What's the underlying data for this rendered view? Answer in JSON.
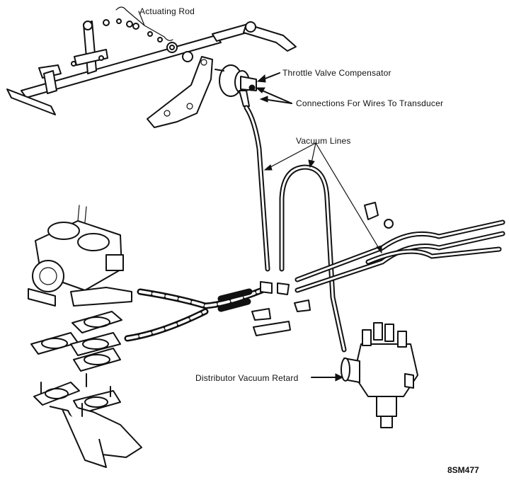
{
  "labels": {
    "actuating_rod": "Actuating Rod",
    "throttle_valve_compensator": "Throttle Valve Compensator",
    "connections_for_wires": "Connections For Wires To Transducer",
    "vacuum_lines": "Vacuum Lines",
    "distributor_vacuum_retard": "Distributor Vacuum Retard"
  },
  "figure_code": "8SM477"
}
